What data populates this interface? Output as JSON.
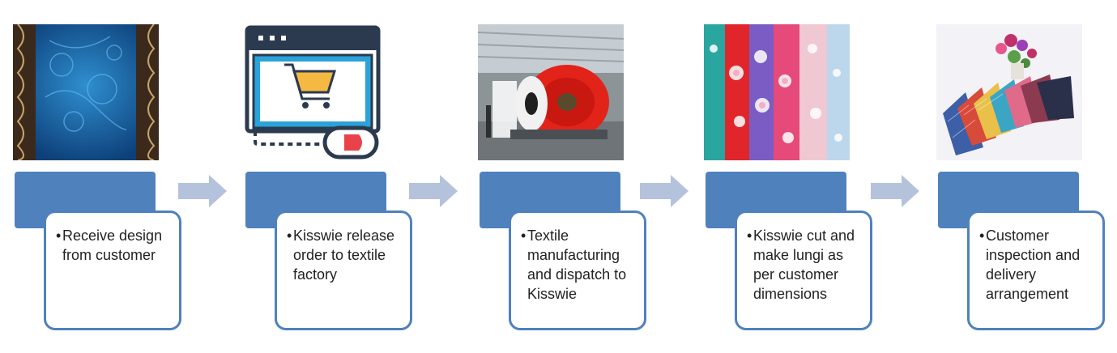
{
  "steps": [
    {
      "id": "design",
      "text": "Receive design from customer",
      "image_icon": "blue-pattern-fabric-image"
    },
    {
      "id": "order",
      "text": "Kisswie release order to textile factory",
      "image_icon": "shopping-cart-browser-icon"
    },
    {
      "id": "manufacturing",
      "text": "Textile manufacturing and dispatch to Kisswie",
      "image_icon": "textile-rolls-factory-image"
    },
    {
      "id": "cutting",
      "text": "Kisswie cut and make lungi as per customer dimensions",
      "image_icon": "floral-fabric-rolls-image"
    },
    {
      "id": "inspection",
      "text": "Customer inspection and delivery arrangement",
      "image_icon": "folded-lungis-bouquet-image"
    }
  ],
  "bullet_char": "•",
  "colors": {
    "box_fill": "#4f81bd",
    "box_border": "#4f81bd",
    "arrow_fill": "#b4c2dc",
    "text": "#222222"
  }
}
